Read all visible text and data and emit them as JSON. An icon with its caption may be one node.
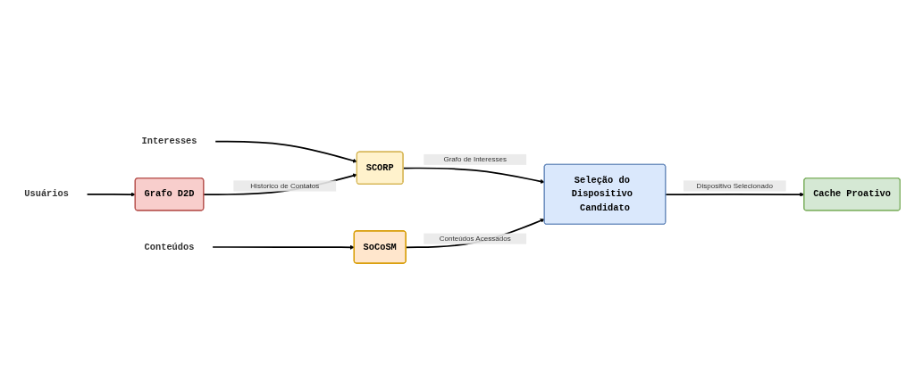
{
  "diagram": {
    "nodes": [
      {
        "text": [
          "Usuários"
        ]
      },
      {
        "text": [
          "Interesses"
        ]
      },
      {
        "text": [
          "Conteúdos"
        ]
      },
      {
        "text": [
          "Grafo D2D"
        ]
      },
      {
        "text": [
          "SCORP"
        ]
      },
      {
        "text": [
          "Seleção do Dispositivo Candidato"
        ]
      },
      {
        "text": [
          "SoCoSM"
        ]
      },
      {
        "text": [
          "Cache Proativo"
        ]
      }
    ],
    "edges": [
      {
        "from": 0,
        "to": 3,
        "arrow": "to"
      },
      {
        "from": 1,
        "to": 4,
        "arrow": "to"
      },
      {
        "from": 2,
        "to": 6,
        "arrow": "to"
      },
      {
        "from": 3,
        "to": 4,
        "arrow": "to",
        "label": "Historico de Contatos"
      },
      {
        "from": 4,
        "to": 5,
        "arrow": "to",
        "label": "Grafo de Interesses"
      },
      {
        "from": 6,
        "to": 5,
        "arrow": "to",
        "label": "Conteúdos Acessados"
      },
      {
        "from": 5,
        "to": 7,
        "arrow": "to",
        "label": "Dispositivo Selecionado"
      }
    ]
  }
}
